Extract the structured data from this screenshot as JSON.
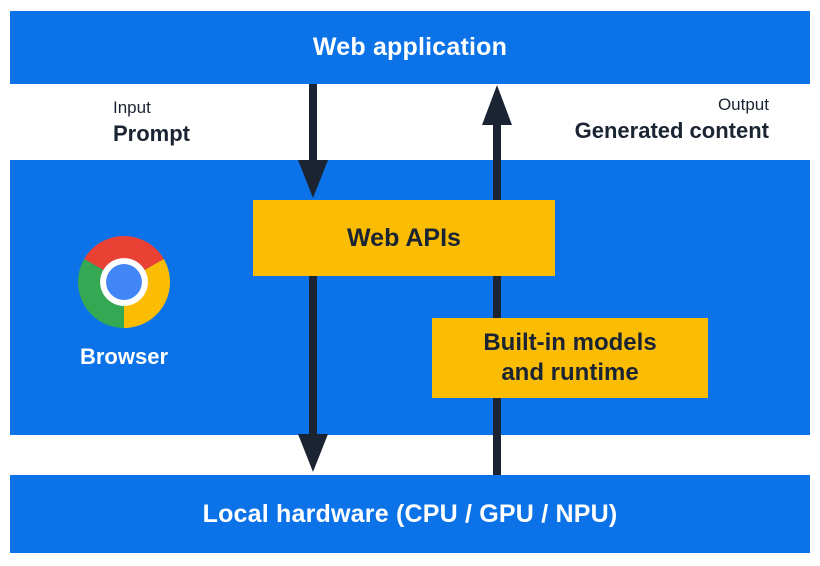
{
  "colors": {
    "bar_blue": "#0b72e8",
    "box_yellow": "#fbbc04",
    "ink_dark_navy": "#1b2433",
    "chrome_red": "#e94235",
    "chrome_green": "#34a853",
    "chrome_yellow": "#fbbc04",
    "chrome_blue": "#4285f4"
  },
  "top_bar": {
    "label": "Web application"
  },
  "io_labels": {
    "input_title": "Input",
    "input_value": "Prompt",
    "output_title": "Output",
    "output_value": "Generated content"
  },
  "browser": {
    "label": "Browser",
    "icon": "chrome-icon"
  },
  "boxes": {
    "web_apis_label": "Web APIs",
    "builtin_line1": "Built-in models",
    "builtin_line2": "and runtime"
  },
  "arrows": {
    "down_flow": "Web application to Web APIs to Local hardware",
    "up_flow": "Local hardware through Built-in models and runtime to Web application"
  },
  "bottom_bar": {
    "label": "Local hardware (CPU / GPU / NPU)"
  }
}
